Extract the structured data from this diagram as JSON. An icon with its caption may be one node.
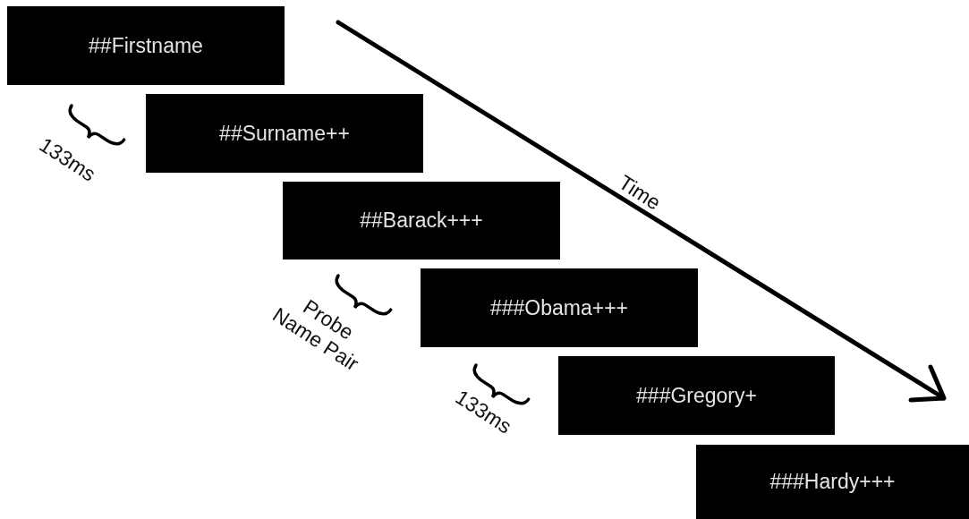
{
  "diagram": {
    "nodes": [
      {
        "text": [
          "##Firstname"
        ]
      },
      {
        "text": [
          "##Surname++"
        ]
      },
      {
        "text": [
          "##Barack+++"
        ]
      },
      {
        "text": [
          "###Obama+++"
        ]
      },
      {
        "text": [
          "###Gregory+"
        ]
      },
      {
        "text": [
          "###Hardy+++"
        ]
      }
    ],
    "edges": [],
    "labels": [
      "133ms",
      "Time",
      "Probe Name Pair",
      "133ms"
    ]
  }
}
